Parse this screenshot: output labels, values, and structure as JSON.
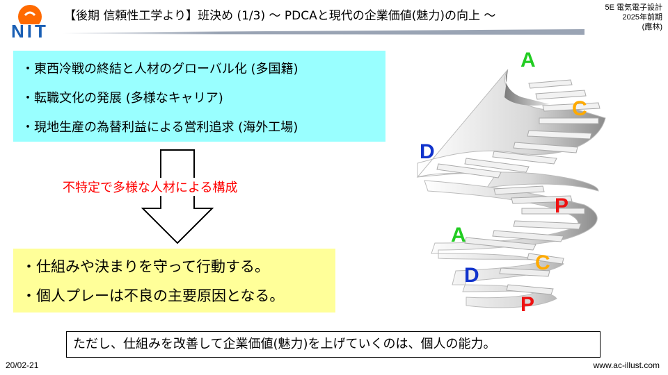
{
  "header": {
    "logo_text": "NIT",
    "title": "【後期 信頼性工学より】班決め (1/3) ～ PDCAと現代の企業価値(魅力)の向上 ～",
    "course_lines": [
      "5E 電気電子設計",
      "2025年前期",
      "(應林)"
    ]
  },
  "box1": {
    "items": [
      "・東西冷戦の終結と人材のグローバル化 (多国籍)",
      "・転職文化の発展 (多様なキャリア)",
      "・現地生産の為替利益による営利追求 (海外工場)"
    ]
  },
  "arrow_note": "不特定で多様な人材による構成",
  "box2": {
    "items": [
      "・仕組みや決まりを守って行動する。",
      "・個人プレーは不良の主要原因となる。"
    ]
  },
  "conclusion": "ただし、仕組みを改善して企業価値(魅力)を上げていくのは、個人の能力。",
  "footer": {
    "date": "20/02-21",
    "credit": "www.ac-illust.com"
  },
  "stair_letters": [
    {
      "text": "A",
      "color": "#22cc22"
    },
    {
      "text": "C",
      "color": "#ffaa00"
    },
    {
      "text": "D",
      "color": "#1133cc"
    },
    {
      "text": "P",
      "color": "#ee1111"
    },
    {
      "text": "A",
      "color": "#22cc22"
    },
    {
      "text": "C",
      "color": "#ffaa00"
    },
    {
      "text": "D",
      "color": "#1133cc"
    },
    {
      "text": "P",
      "color": "#ee1111"
    }
  ]
}
